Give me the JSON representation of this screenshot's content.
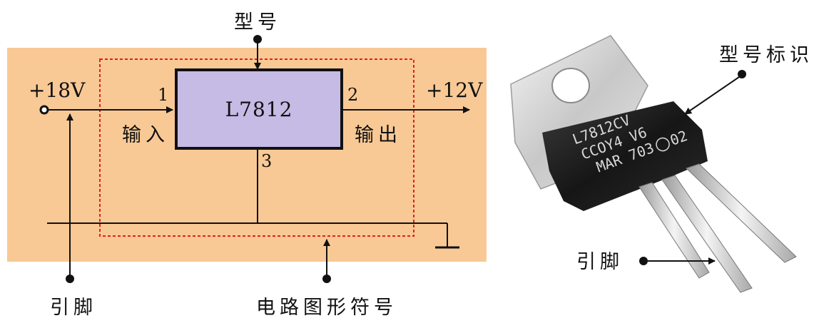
{
  "labels": {
    "model": "型号",
    "input_voltage": "+18V",
    "output_voltage": "+12V",
    "chip_name": "L7812",
    "pin1": "1",
    "pin2": "2",
    "pin3": "3",
    "input": "输入",
    "output": "输出",
    "pins_left": "引脚",
    "circuit_symbol": "电路图形符号",
    "model_marking": "型号标识",
    "pins_right": "引脚"
  },
  "component_marking": {
    "line1": "L7812CV",
    "line2": "CCOY4 V6",
    "line3": "MAR 703",
    "country_code": "02"
  },
  "colors": {
    "panel_background": "#f8c995",
    "chip_fill": "#c5bbe4",
    "dashed_border": "#e0211a",
    "wire": "#111111"
  }
}
